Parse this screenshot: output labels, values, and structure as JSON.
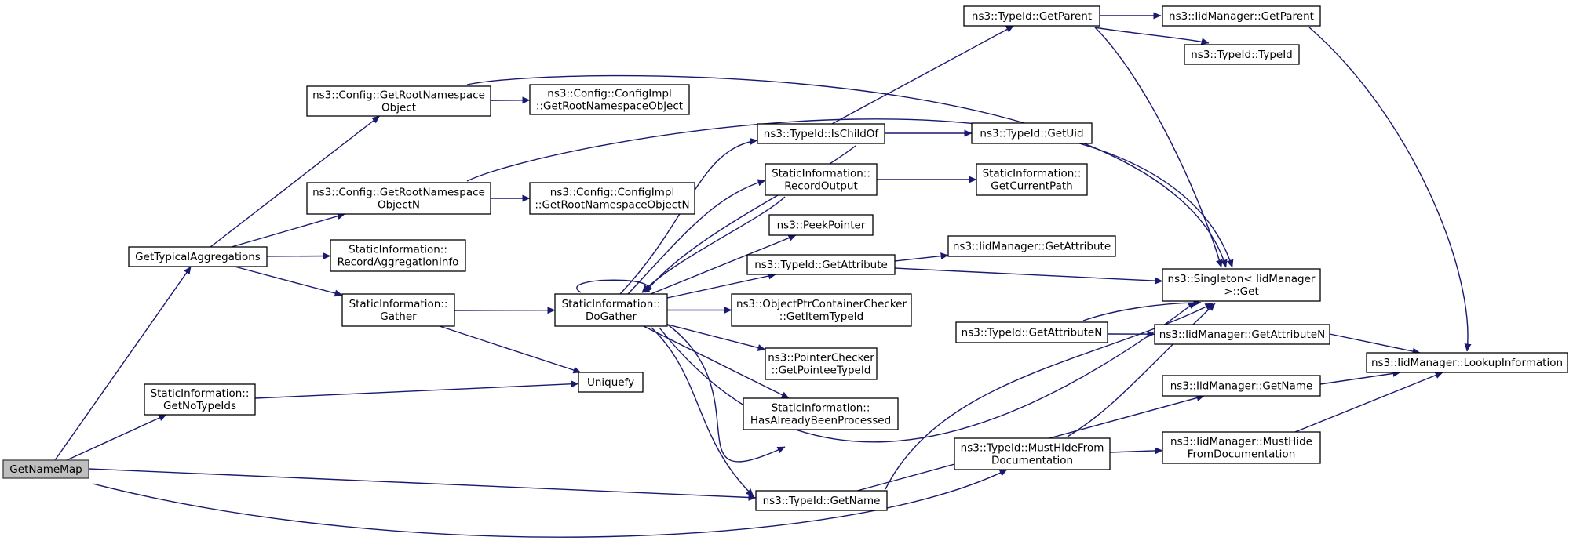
{
  "graph": {
    "nodes": [
      {
        "id": "GetNameMap",
        "lines": [
          "GetNameMap"
        ],
        "root": true
      },
      {
        "id": "GetTypicalAggregations",
        "lines": [
          "GetTypicalAggregations"
        ]
      },
      {
        "id": "GetNoTypeIds",
        "lines": [
          "StaticInformation::",
          "GetNoTypeIds"
        ]
      },
      {
        "id": "GetRootNamespaceObject",
        "lines": [
          "ns3::Config::GetRootNamespace",
          "Object"
        ]
      },
      {
        "id": "GetRootNamespaceObjectN",
        "lines": [
          "ns3::Config::GetRootNamespace",
          "ObjectN"
        ]
      },
      {
        "id": "RecordAggregationInfo",
        "lines": [
          "StaticInformation::",
          "RecordAggregationInfo"
        ]
      },
      {
        "id": "Gather",
        "lines": [
          "StaticInformation::",
          "Gather"
        ]
      },
      {
        "id": "ImplGetRootNamespaceObject",
        "lines": [
          "ns3::Config::ConfigImpl",
          "::GetRootNamespaceObject"
        ]
      },
      {
        "id": "ImplGetRootNamespaceObjectN",
        "lines": [
          "ns3::Config::ConfigImpl",
          "::GetRootNamespaceObjectN"
        ]
      },
      {
        "id": "DoGather",
        "lines": [
          "StaticInformation::",
          "DoGather"
        ]
      },
      {
        "id": "Uniquefy",
        "lines": [
          "Uniquefy"
        ]
      },
      {
        "id": "IsChildOf",
        "lines": [
          "ns3::TypeId::IsChildOf"
        ]
      },
      {
        "id": "RecordOutput",
        "lines": [
          "StaticInformation::",
          "RecordOutput"
        ]
      },
      {
        "id": "PeekPointer",
        "lines": [
          "ns3::PeekPointer"
        ]
      },
      {
        "id": "TGetAttribute",
        "lines": [
          "ns3::TypeId::GetAttribute"
        ]
      },
      {
        "id": "GetItemTypeId",
        "lines": [
          "ns3::ObjectPtrContainerChecker",
          "::GetItemTypeId"
        ]
      },
      {
        "id": "GetPointeeTypeId",
        "lines": [
          "ns3::PointerChecker",
          "::GetPointeeTypeId"
        ]
      },
      {
        "id": "HasAlreadyBeenProcessed",
        "lines": [
          "StaticInformation::",
          "HasAlreadyBeenProcessed"
        ]
      },
      {
        "id": "TGetName",
        "lines": [
          "ns3::TypeId::GetName"
        ]
      },
      {
        "id": "TGetParent",
        "lines": [
          "ns3::TypeId::GetParent"
        ]
      },
      {
        "id": "GetUid",
        "lines": [
          "ns3::TypeId::GetUid"
        ]
      },
      {
        "id": "GetCurrentPath",
        "lines": [
          "StaticInformation::",
          "GetCurrentPath"
        ]
      },
      {
        "id": "IGetAttribute",
        "lines": [
          "ns3::IidManager::GetAttribute"
        ]
      },
      {
        "id": "TGetAttributeN",
        "lines": [
          "ns3::TypeId::GetAttributeN"
        ]
      },
      {
        "id": "TMustHide",
        "lines": [
          "ns3::TypeId::MustHideFrom",
          "Documentation"
        ]
      },
      {
        "id": "IGetParent",
        "lines": [
          "ns3::IidManager::GetParent"
        ]
      },
      {
        "id": "TypeIdCtor",
        "lines": [
          "ns3::TypeId::TypeId"
        ]
      },
      {
        "id": "SingletonGet",
        "lines": [
          "ns3::Singleton< IidManager",
          " >::Get"
        ]
      },
      {
        "id": "IGetAttributeN",
        "lines": [
          "ns3::IidManager::GetAttributeN"
        ]
      },
      {
        "id": "IGetName",
        "lines": [
          "ns3::IidManager::GetName"
        ]
      },
      {
        "id": "IMustHide",
        "lines": [
          "ns3::IidManager::MustHide",
          "FromDocumentation"
        ]
      },
      {
        "id": "LookupInformation",
        "lines": [
          "ns3::IidManager::LookupInformation"
        ]
      }
    ],
    "edges": [
      {
        "from": "GetNameMap",
        "to": "GetTypicalAggregations"
      },
      {
        "from": "GetNameMap",
        "to": "GetNoTypeIds"
      },
      {
        "from": "GetNameMap",
        "to": "TGetName"
      },
      {
        "from": "GetNameMap",
        "to": "TMustHide"
      },
      {
        "from": "GetTypicalAggregations",
        "to": "GetRootNamespaceObject"
      },
      {
        "from": "GetTypicalAggregations",
        "to": "GetRootNamespaceObjectN"
      },
      {
        "from": "GetTypicalAggregations",
        "to": "RecordAggregationInfo"
      },
      {
        "from": "GetTypicalAggregations",
        "to": "Gather"
      },
      {
        "from": "GetNoTypeIds",
        "to": "Uniquefy"
      },
      {
        "from": "GetRootNamespaceObject",
        "to": "ImplGetRootNamespaceObject"
      },
      {
        "from": "GetRootNamespaceObject",
        "to": "SingletonGet"
      },
      {
        "from": "GetRootNamespaceObjectN",
        "to": "ImplGetRootNamespaceObjectN"
      },
      {
        "from": "GetRootNamespaceObjectN",
        "to": "SingletonGet"
      },
      {
        "from": "Gather",
        "to": "DoGather"
      },
      {
        "from": "Gather",
        "to": "Uniquefy"
      },
      {
        "from": "DoGather",
        "to": "DoGather"
      },
      {
        "from": "DoGather",
        "to": "IsChildOf"
      },
      {
        "from": "DoGather",
        "to": "RecordOutput"
      },
      {
        "from": "DoGather",
        "to": "PeekPointer"
      },
      {
        "from": "DoGather",
        "to": "TGetAttribute"
      },
      {
        "from": "DoGather",
        "to": "GetItemTypeId"
      },
      {
        "from": "DoGather",
        "to": "GetPointeeTypeId"
      },
      {
        "from": "DoGather",
        "to": "HasAlreadyBeenProcessed"
      },
      {
        "from": "DoGather",
        "to": "TGetName"
      },
      {
        "from": "DoGather",
        "to": "TGetAttributeN"
      },
      {
        "from": "DoGather",
        "to": "SingletonGet"
      },
      {
        "from": "IsChildOf",
        "to": "TGetParent"
      },
      {
        "from": "IsChildOf",
        "to": "GetUid"
      },
      {
        "from": "IsChildOf",
        "to": "DoGather"
      },
      {
        "from": "RecordOutput",
        "to": "GetCurrentPath"
      },
      {
        "from": "RecordOutput",
        "to": "DoGather"
      },
      {
        "from": "TGetAttribute",
        "to": "IGetAttribute"
      },
      {
        "from": "TGetAttribute",
        "to": "SingletonGet"
      },
      {
        "from": "TGetParent",
        "to": "IGetParent"
      },
      {
        "from": "TGetParent",
        "to": "TypeIdCtor"
      },
      {
        "from": "TGetParent",
        "to": "SingletonGet"
      },
      {
        "from": "TGetAttributeN",
        "to": "SingletonGet"
      },
      {
        "from": "TGetAttributeN",
        "to": "IGetAttributeN"
      },
      {
        "from": "TGetName",
        "to": "SingletonGet"
      },
      {
        "from": "TGetName",
        "to": "IGetName"
      },
      {
        "from": "TMustHide",
        "to": "SingletonGet"
      },
      {
        "from": "TMustHide",
        "to": "IMustHide"
      },
      {
        "from": "IGetParent",
        "to": "LookupInformation"
      },
      {
        "from": "IGetAttributeN",
        "to": "LookupInformation"
      },
      {
        "from": "IGetName",
        "to": "LookupInformation"
      },
      {
        "from": "IMustHide",
        "to": "LookupInformation"
      }
    ]
  }
}
